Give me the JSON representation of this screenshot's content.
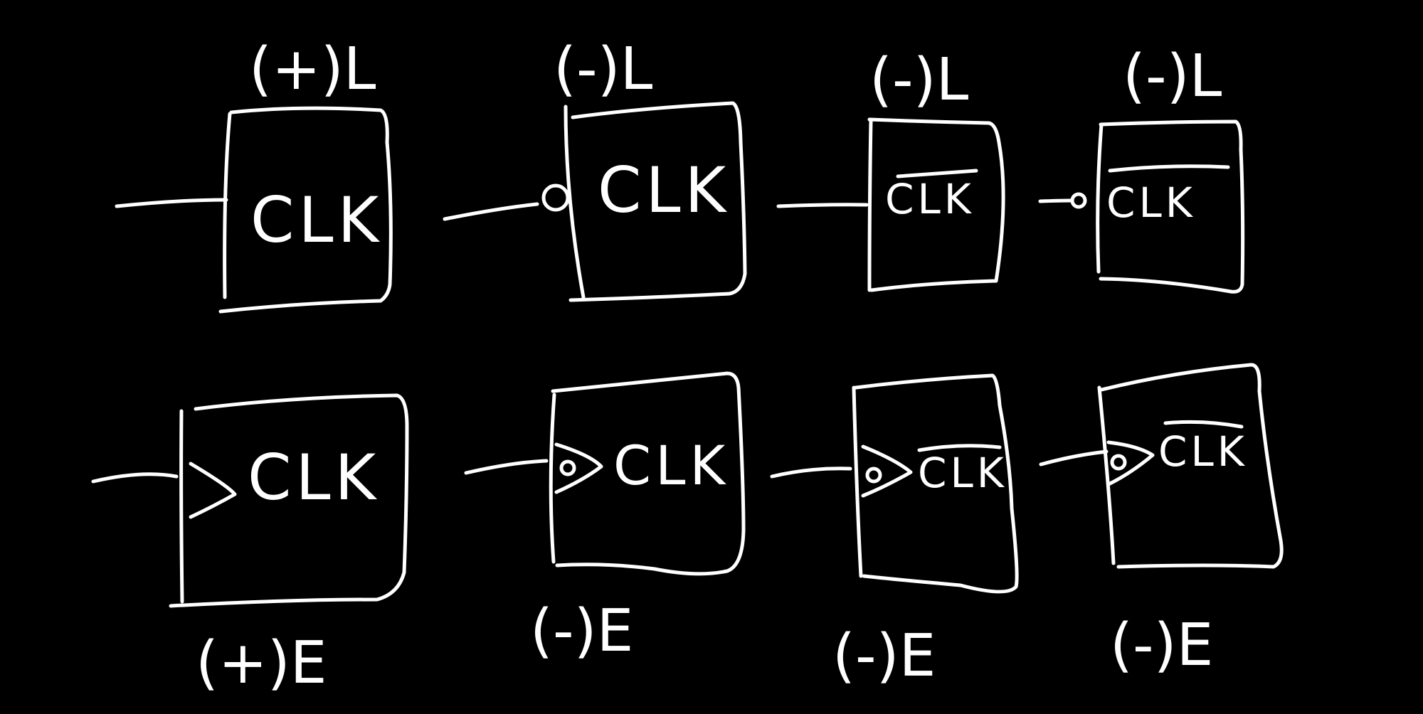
{
  "diagram": {
    "background": "#000000",
    "ink_color": "#ffffff",
    "top_row": [
      {
        "label": "(+)L",
        "clock_text": "CLK",
        "inverted_input": false,
        "edge_triangle": false,
        "overbar": false
      },
      {
        "label": "(-)L",
        "clock_text": "CLK",
        "inverted_input": true,
        "edge_triangle": false,
        "overbar": false
      },
      {
        "label": "(-)L",
        "clock_text": "CLK",
        "inverted_input": false,
        "edge_triangle": false,
        "overbar": true
      },
      {
        "label": "(-)L",
        "clock_text": "CLK",
        "inverted_input": true,
        "edge_triangle": false,
        "overbar": true
      }
    ],
    "bottom_row": [
      {
        "label": "(+)E",
        "clock_text": "CLK",
        "inverted_input": false,
        "edge_triangle": true,
        "overbar": false
      },
      {
        "label": "(-)E",
        "clock_text": "CLK",
        "inverted_input": true,
        "edge_triangle": true,
        "overbar": false
      },
      {
        "label": "(-)E",
        "clock_text": "CLK",
        "inverted_input": true,
        "edge_triangle": true,
        "overbar": true
      },
      {
        "label": "(-)E",
        "clock_text": "CLK",
        "inverted_input": true,
        "edge_triangle": true,
        "overbar": true
      }
    ]
  }
}
